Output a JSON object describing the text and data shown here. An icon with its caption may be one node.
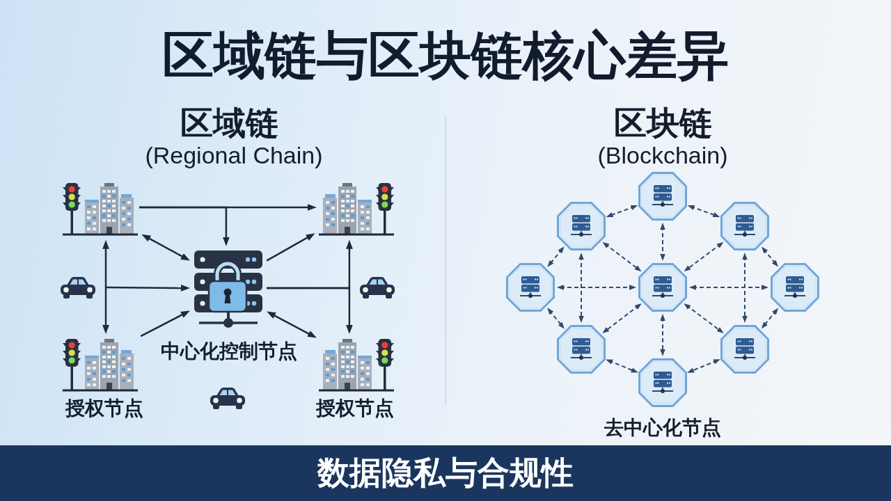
{
  "diagram": {
    "title": "区域链与区块链核心差异",
    "caption": "数据隐私与合规性",
    "nodes": [
      {
        "text": [],
        "shape": "picture"
      },
      {
        "text": [],
        "shape": "picture"
      },
      {
        "text": [],
        "shape": "picture",
        "beside": [
          "中心化控制节点"
        ]
      },
      {
        "text": [],
        "shape": "picture",
        "beside": [
          "授权节点"
        ]
      },
      {
        "text": [],
        "shape": "picture",
        "beside": [
          "授权节点"
        ]
      },
      {
        "text": [],
        "shape": "octagon"
      },
      {
        "text": [],
        "shape": "octagon"
      },
      {
        "text": [],
        "shape": "octagon"
      },
      {
        "text": [],
        "shape": "octagon"
      },
      {
        "text": [],
        "shape": "octagon"
      },
      {
        "text": [],
        "shape": "octagon"
      },
      {
        "text": [],
        "shape": "octagon"
      },
      {
        "text": [],
        "shape": "octagon"
      },
      {
        "text": [],
        "shape": "octagon"
      }
    ],
    "edges": [
      {
        "from": 0,
        "to": 1,
        "arrow": "to",
        "color": "#1e2a3b"
      },
      {
        "from": 0,
        "to": 2,
        "arrow": "to",
        "color": "#1e2a3b"
      },
      {
        "from": 0,
        "to": 2,
        "arrow": "both",
        "color": "#1e2a3b"
      },
      {
        "from": 0,
        "to": 3,
        "arrow": "both",
        "color": "#1e2a3b"
      },
      {
        "from": null,
        "to": 2,
        "arrow": "to",
        "color": "#1e2a3b"
      },
      {
        "from": 3,
        "to": 2,
        "arrow": "to",
        "color": "#1e2a3b"
      },
      {
        "from": 2,
        "to": 1,
        "arrow": "to",
        "color": "#1e2a3b"
      },
      {
        "from": 2,
        "to": 1,
        "arrow": "to",
        "color": "#1e2a3b"
      },
      {
        "from": 2,
        "to": 4,
        "arrow": "to",
        "color": "#1e2a3b"
      },
      {
        "from": 2,
        "to": 4,
        "arrow": "both",
        "color": "#1e2a3b"
      },
      {
        "from": 5,
        "to": 6,
        "arrow": "both",
        "style": "dashed"
      },
      {
        "from": 5,
        "to": 7,
        "arrow": "both",
        "style": "dashed"
      },
      {
        "from": 5,
        "to": 9,
        "arrow": "both",
        "style": "dashed"
      },
      {
        "from": 6,
        "to": 8,
        "arrow": "both",
        "style": "dashed"
      },
      {
        "from": 6,
        "to": 9,
        "arrow": "both",
        "style": "dashed"
      },
      {
        "from": 6,
        "to": 11,
        "arrow": "both",
        "style": "dashed"
      },
      {
        "from": 7,
        "to": 9,
        "arrow": "both",
        "style": "dashed"
      },
      {
        "from": 7,
        "to": 10,
        "arrow": "both",
        "style": "dashed"
      },
      {
        "from": 7,
        "to": 12,
        "arrow": "both",
        "style": "dashed"
      },
      {
        "from": 8,
        "to": 9,
        "arrow": "both",
        "style": "dashed"
      },
      {
        "from": 8,
        "to": 11,
        "arrow": "both",
        "style": "dashed"
      },
      {
        "from": 9,
        "to": 10,
        "arrow": "both",
        "style": "dashed"
      },
      {
        "from": 9,
        "to": 11,
        "arrow": "both",
        "style": "dashed"
      },
      {
        "from": 9,
        "to": 12,
        "arrow": "both",
        "style": "dashed"
      },
      {
        "from": 9,
        "to": 13,
        "arrow": "both",
        "style": "dashed"
      },
      {
        "from": 10,
        "to": 12,
        "arrow": "both",
        "style": "dashed"
      },
      {
        "from": 11,
        "to": 13,
        "arrow": "both",
        "style": "dashed"
      },
      {
        "from": 12,
        "to": 13,
        "arrow": "both",
        "style": "dashed"
      }
    ],
    "labels": [
      "区域链",
      "(Regional Chain)",
      "区块链",
      "(Blockchain)",
      "去中心化节点"
    ]
  }
}
